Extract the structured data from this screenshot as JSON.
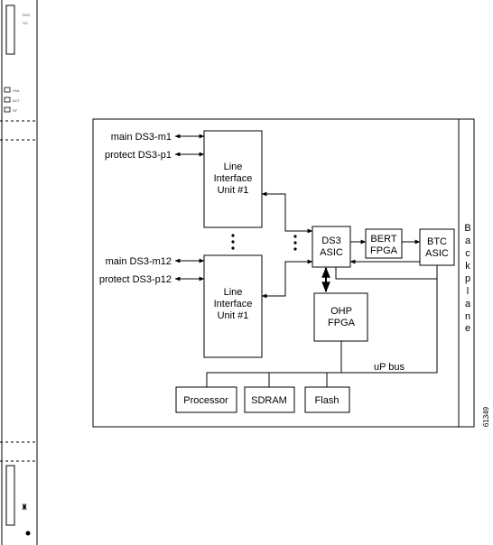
{
  "faceplate": {
    "top_labels": [
      "DS3",
      "I12"
    ],
    "leds": [
      "FAIL",
      "ACT",
      "SF"
    ]
  },
  "inputs": {
    "main_1": "main DS3-m1",
    "protect_1": "protect DS3-p1",
    "main_12": "main DS3-m12",
    "protect_12": "protect DS3-p12"
  },
  "blocks": {
    "liu_top": [
      "Line",
      "Interface",
      "Unit #1"
    ],
    "liu_bottom": [
      "Line",
      "Interface",
      "Unit #1"
    ],
    "ds3_asic": [
      "DS3",
      "ASIC"
    ],
    "bert_fpga": [
      "BERT",
      "FPGA"
    ],
    "btc_asic": [
      "BTC",
      "ASIC"
    ],
    "ohp_fpga": [
      "OHP",
      "FPGA"
    ],
    "processor": "Processor",
    "sdram": "SDRAM",
    "flash": "Flash"
  },
  "bus_label": "uP bus",
  "backplane_letters": [
    "B",
    "a",
    "c",
    "k",
    "p",
    "l",
    "a",
    "n",
    "e"
  ],
  "figure_id": "61349"
}
